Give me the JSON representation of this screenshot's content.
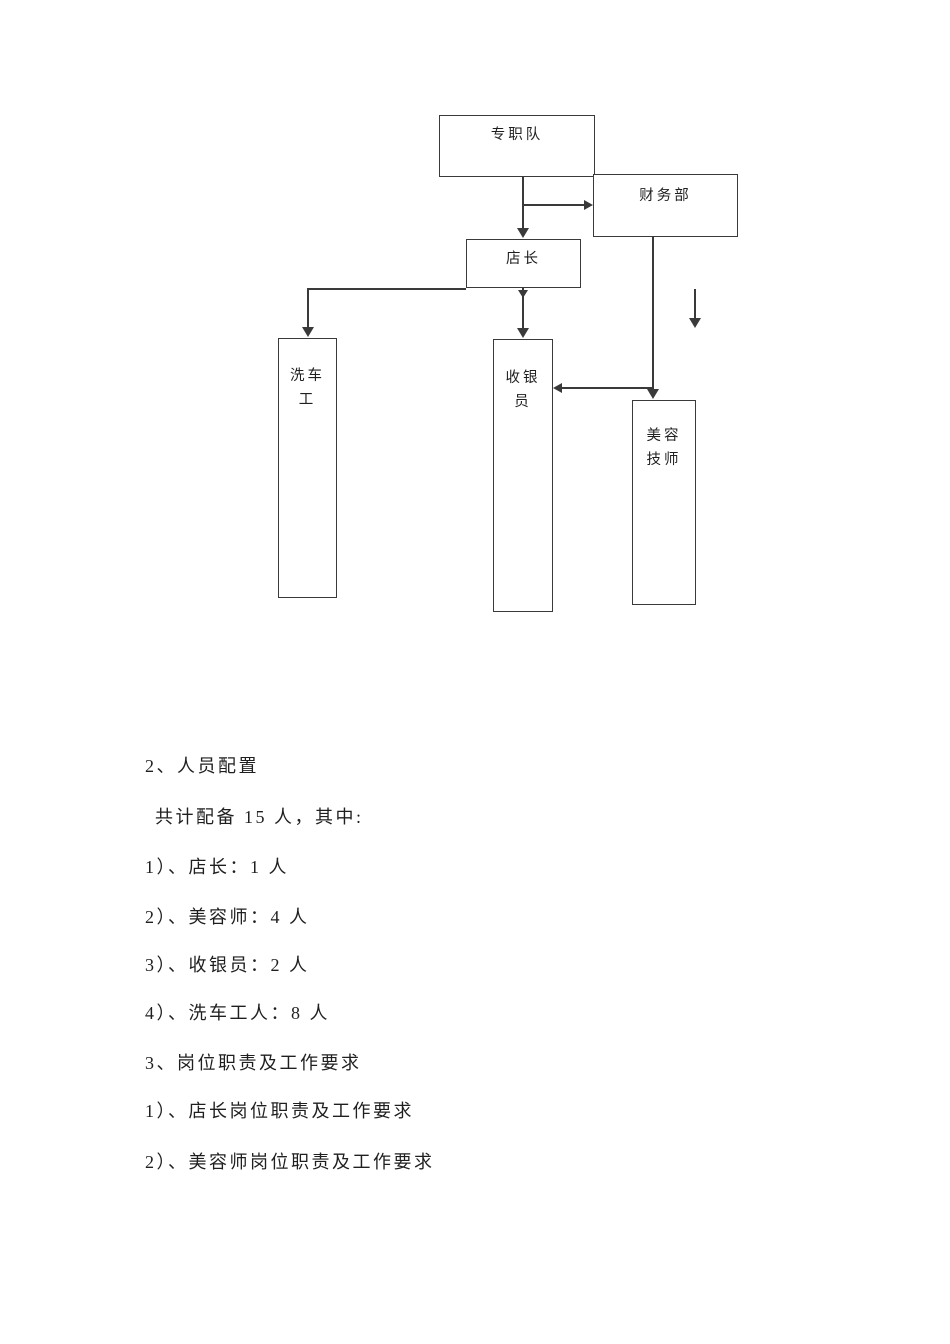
{
  "colors": {
    "background": "#ffffff",
    "line": "#3a3a3a",
    "text": "#1f1f1f"
  },
  "diagram": {
    "boxes": [
      {
        "name": "full-time-team",
        "label": "专职队"
      },
      {
        "name": "finance-dept",
        "label": "财务部"
      },
      {
        "name": "store-manager",
        "label": "店长"
      },
      {
        "name": "car-washer",
        "label": "洗车工"
      },
      {
        "name": "cashier",
        "label": "收银员"
      },
      {
        "name": "beauty-technician",
        "label": "美容技师"
      }
    ]
  },
  "text_lines": [
    "2、人员配置",
    "共计配备 15 人，其中:",
    "1）、店长：1 人",
    "2）、美容师：4 人",
    "3）、收银员：2 人",
    "4）、洗车工人：8 人",
    "3、岗位职责及工作要求",
    "1）、店长岗位职责及工作要求",
    "2）、美容师岗位职责及工作要求"
  ]
}
